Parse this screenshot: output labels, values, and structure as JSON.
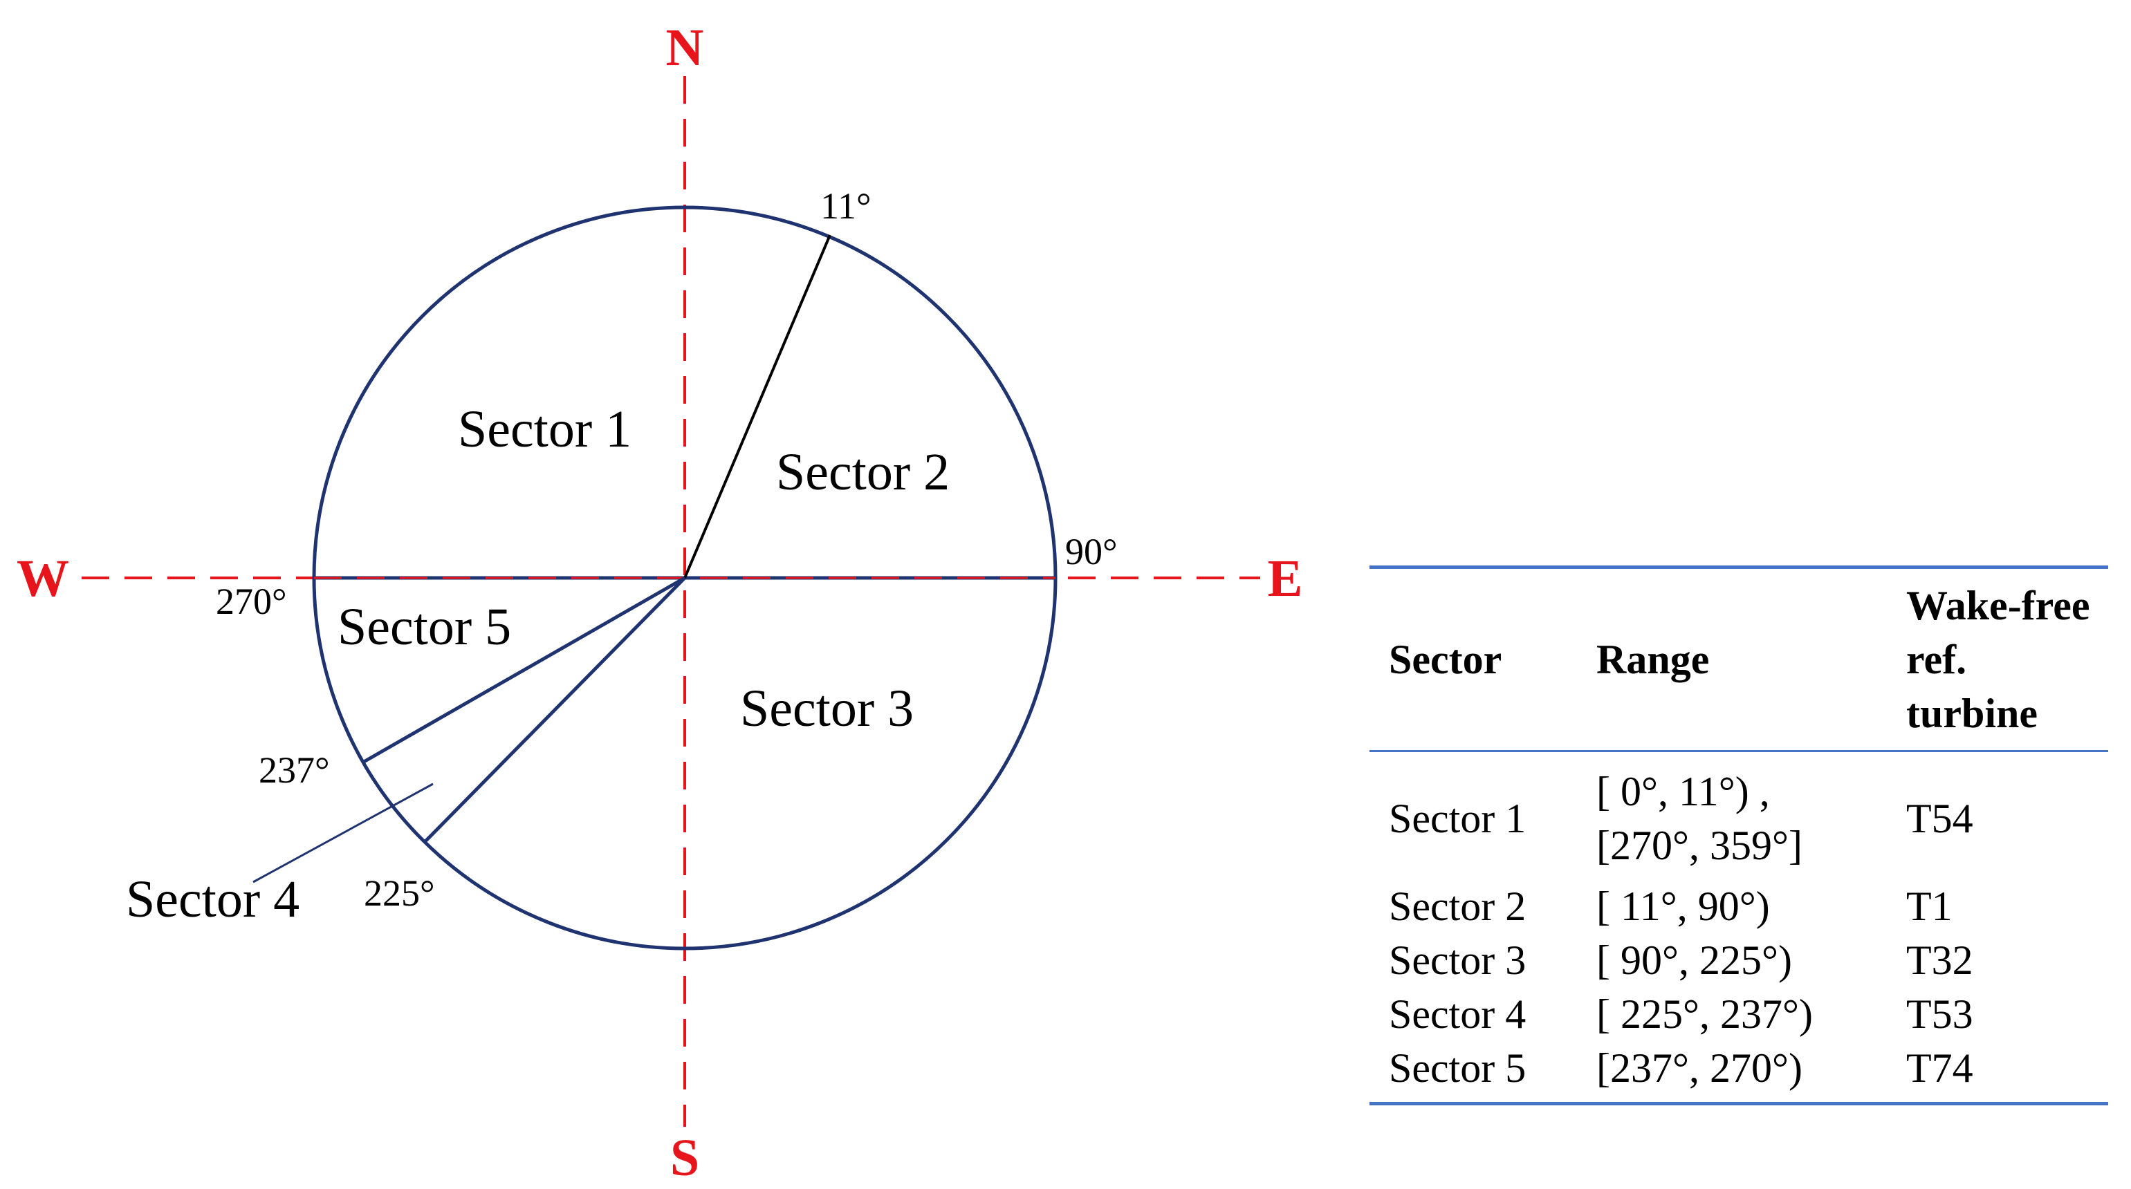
{
  "compass": {
    "north": "N",
    "east": "E",
    "south": "S",
    "west": "W"
  },
  "angle_labels": {
    "a11": "11°",
    "a90": "90°",
    "a270": "270°",
    "a237": "237°",
    "a225": "225°"
  },
  "sector_labels": {
    "s1": "Sector 1",
    "s2": "Sector 2",
    "s3": "Sector 3",
    "s4": "Sector 4",
    "s5": "Sector 5"
  },
  "table": {
    "headers": {
      "sector": "Sector",
      "range": "Range",
      "turbine_line1": "Wake-free",
      "turbine_line2": "ref. turbine"
    },
    "rows": [
      {
        "sector": "Sector 1",
        "range_line1": "[ 0°, 11°) ,",
        "range_line2": "[270°, 359°]",
        "turbine": "T54"
      },
      {
        "sector": "Sector 2",
        "range_line1": "[ 11°, 90°)",
        "turbine": "T1"
      },
      {
        "sector": "Sector 3",
        "range_line1": "[ 90°, 225°)",
        "turbine": "T32"
      },
      {
        "sector": "Sector 4",
        "range_line1": "[ 225°, 237°)",
        "turbine": "T53"
      },
      {
        "sector": "Sector 5",
        "range_line1": "[237°, 270°)",
        "turbine": "T74"
      }
    ]
  },
  "colors": {
    "axis": "#e8141b",
    "circle": "#1f3370",
    "table_rule": "#4472c4"
  }
}
